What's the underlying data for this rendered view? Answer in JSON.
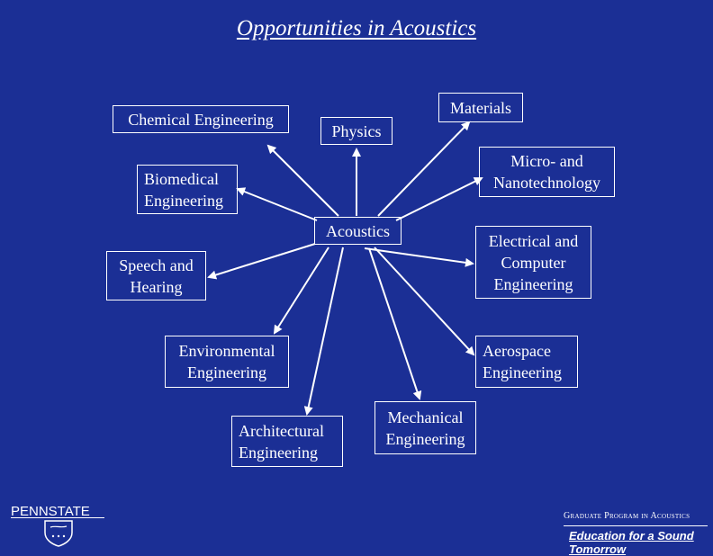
{
  "title": "Opportunities in Acoustics",
  "center": "Acoustics",
  "nodes": {
    "chemical": "Chemical Engineering",
    "physics": "Physics",
    "materials": "Materials",
    "micro": "Micro- and\nNanotechnology",
    "biomedical": "Biomedical\nEngineering",
    "electrical": "Electrical and\nComputer\nEngineering",
    "speech": "Speech and\nHearing",
    "environmental": "Environmental\nEngineering",
    "aerospace": "Aerospace\nEngineering",
    "architectural": "Architectural\nEngineering",
    "mechanical": "Mechanical\nEngineering"
  },
  "logo": {
    "wordmark": "PENNSTATE"
  },
  "footer": {
    "program": "Graduate Program in Acoustics",
    "tagline": "Education for a Sound Tomorrow"
  },
  "colors": {
    "background": "#1b2f95",
    "foreground": "#ffffff"
  }
}
